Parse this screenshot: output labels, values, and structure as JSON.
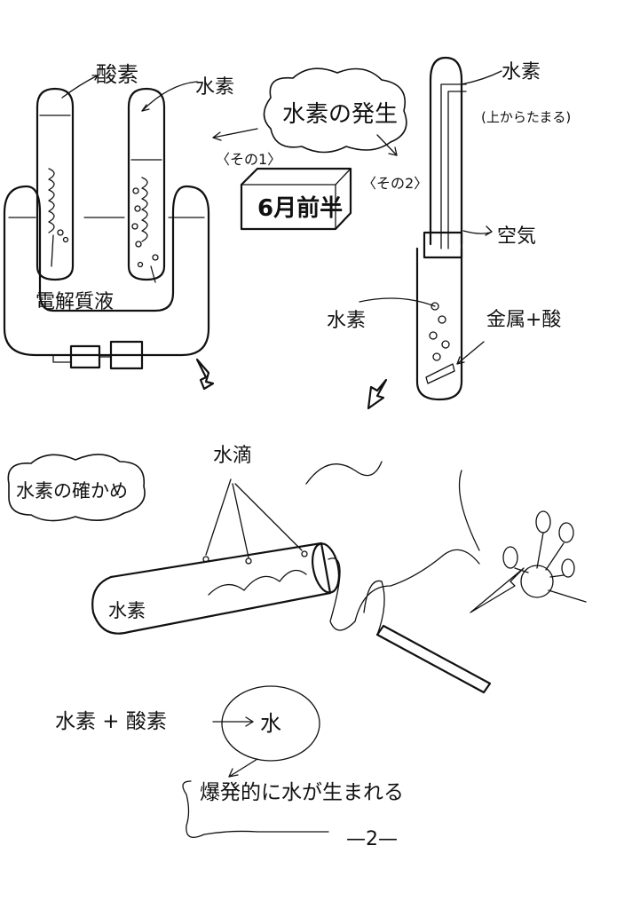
{
  "section1": {
    "oxygen_label": "酸素",
    "hydrogen_label": "水素",
    "electrolyte_label": "電解質液"
  },
  "title_bubble": {
    "title": "水素の発生",
    "method1": "〈その1〉",
    "method2": "〈その2〉",
    "note": "(上からたまる)"
  },
  "grade_box": {
    "label": "6月前半"
  },
  "section2": {
    "hydrogen_top_label": "水素",
    "air_label": "空気",
    "hydrogen_inner_label": "水素",
    "metal_acid_label": "金属+酸"
  },
  "section3": {
    "bubble_title": "水素の確かめ",
    "water_drops_label": "水滴",
    "tube_label": "水素"
  },
  "equation": {
    "lhs": "水素 + 酸素",
    "rhs": "水",
    "result": "爆発的に水が生まれる"
  },
  "page_number": "—2—"
}
